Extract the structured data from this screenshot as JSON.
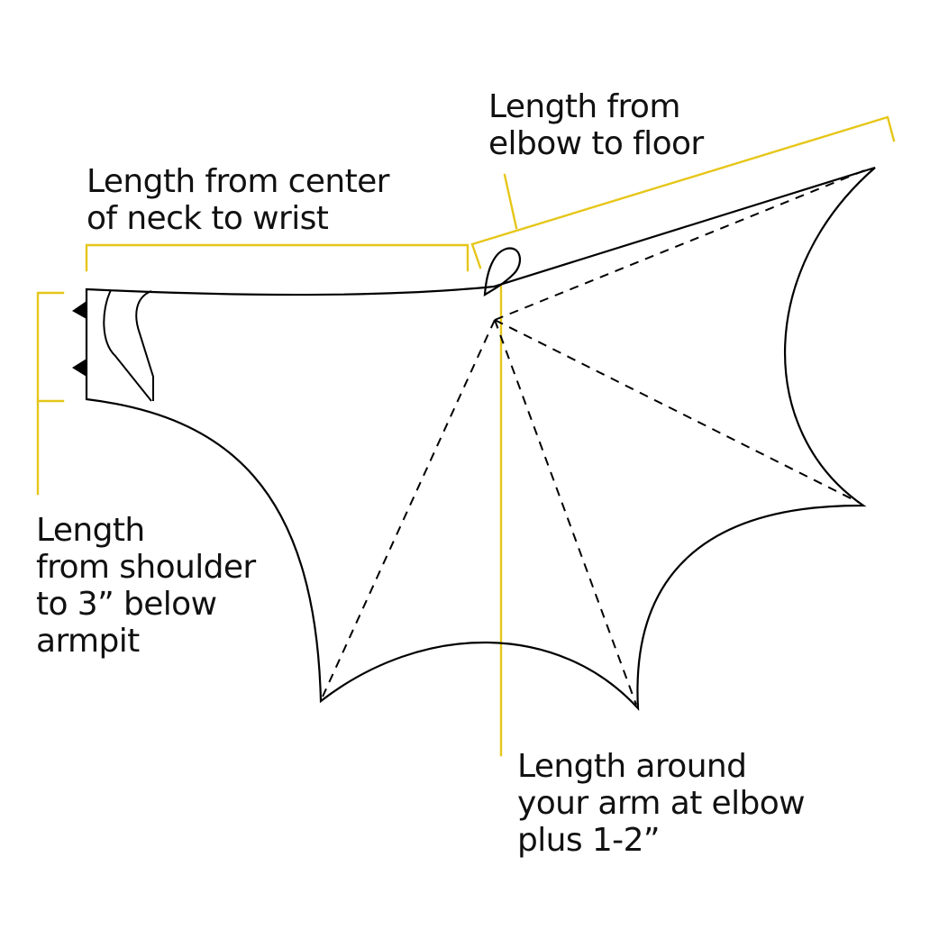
{
  "diagram": {
    "subject": "bat wing pattern",
    "accent_color": "#e6c619",
    "line_color": "#000000",
    "background": "#ffffff"
  },
  "labels": {
    "elbow_to_floor": {
      "line1": "Length from",
      "line2": "elbow to floor"
    },
    "neck_to_wrist": {
      "line1": "Length from center",
      "line2": "of neck to wrist"
    },
    "shoulder_to_armpit": {
      "line1": "Length",
      "line2": "from shoulder",
      "line3": "to 3” below",
      "line4": "armpit"
    },
    "arm_at_elbow": {
      "line1": "Length around",
      "line2": "your arm at elbow",
      "line3": "plus 1-2”"
    }
  },
  "markers": {
    "snap_count": 2,
    "elements": [
      "wing-outline",
      "elbow-loop",
      "wrist-cuff",
      "snap-markers",
      "dashed-fold-lines",
      "measurement-brackets"
    ]
  }
}
